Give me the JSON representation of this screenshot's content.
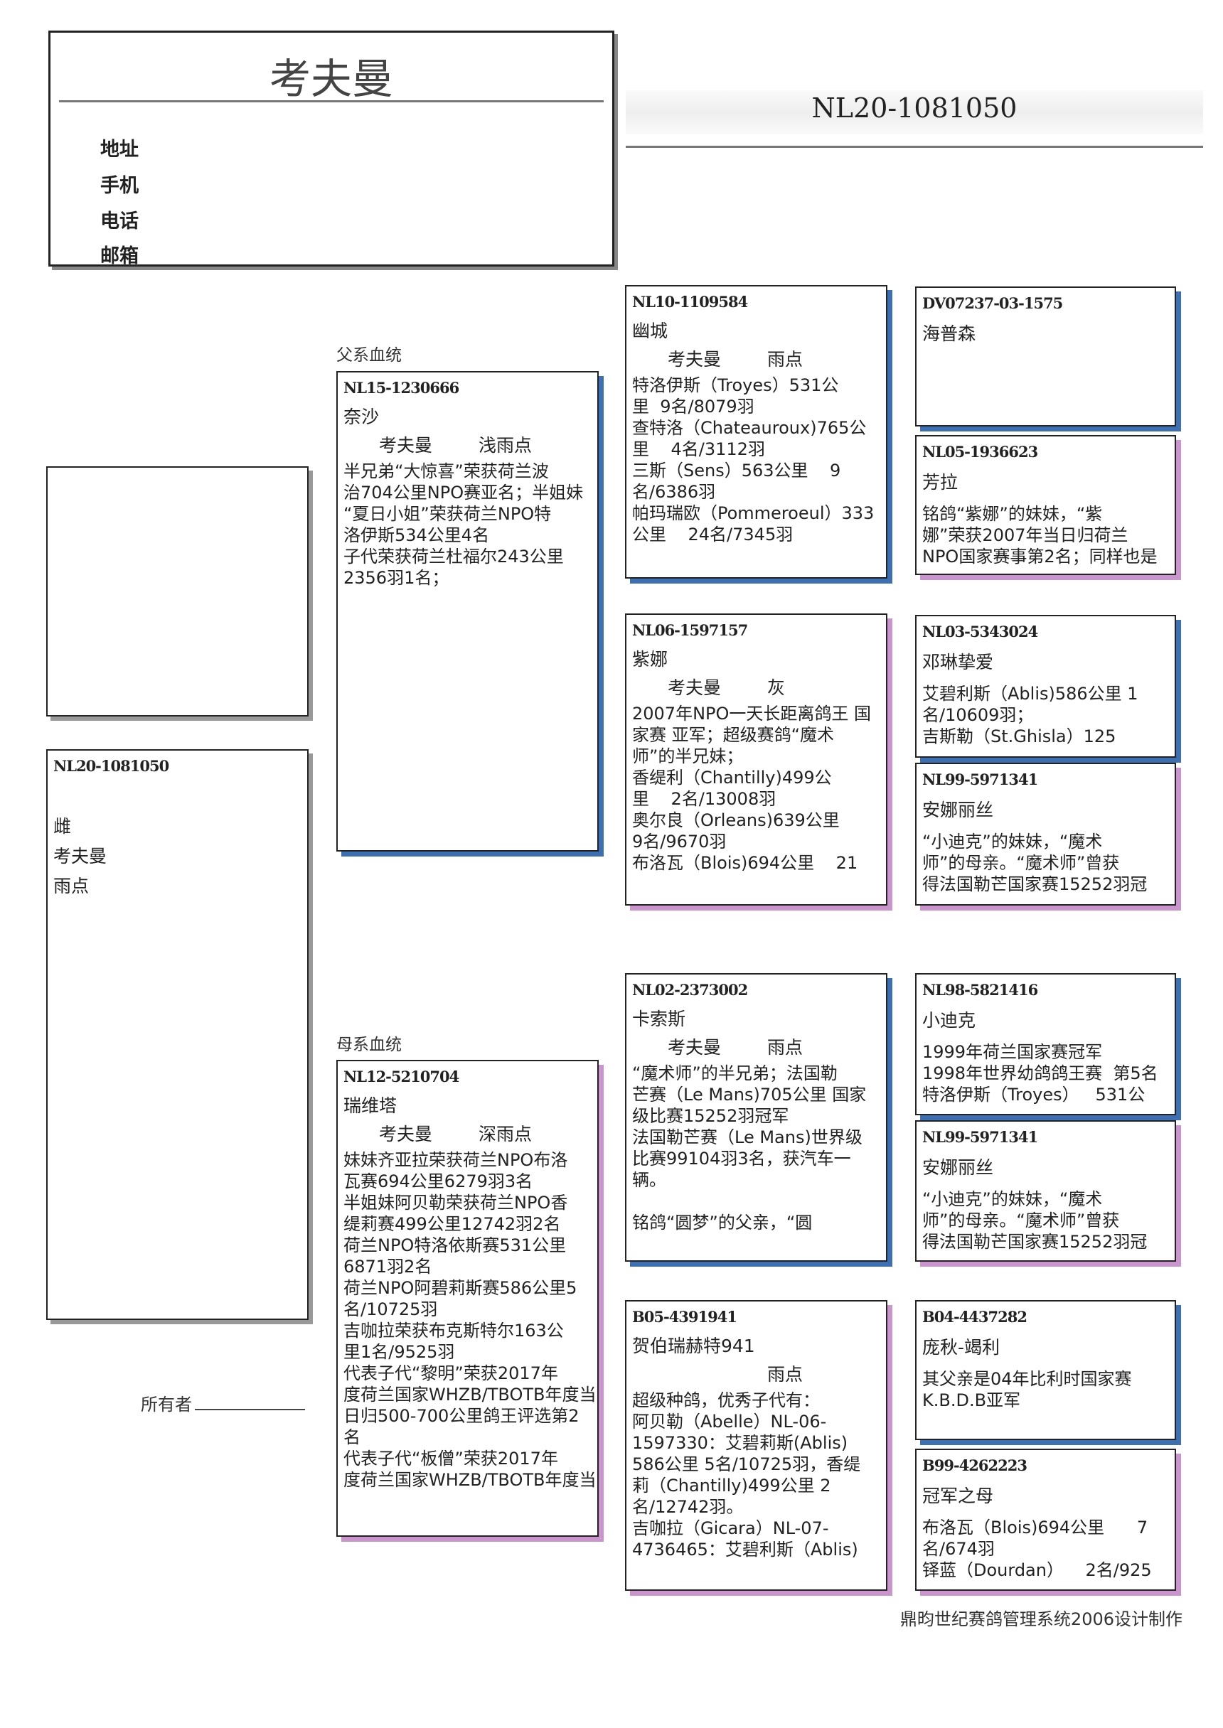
{
  "header": {
    "owner_name": "考夫曼",
    "contact_labels": [
      "地址",
      "手机",
      "电话",
      "邮箱"
    ],
    "ring_number": "NL20-1081050"
  },
  "subject": {
    "ring": "NL20-1081050",
    "sex": "雌",
    "breeder": "考夫曼",
    "color": "雨点"
  },
  "labels": {
    "sire_line": "父系血统",
    "dam_line": "母系血统",
    "owner": "所有者",
    "footer": "鼎昀世纪赛鸽管理系统2006设计制作"
  },
  "colors": {
    "male_shadow": "#3d6fb3",
    "female_shadow": "#c995cc"
  },
  "pedigree": {
    "sire": {
      "ring": "NL15-1230666",
      "name": "奈沙",
      "breeder": "考夫曼",
      "color": "浅雨点",
      "lines": [
        "半兄弟“大惊喜”荣获荷兰波",
        "治704公里NPO赛亚名；半姐妹",
        "“夏日小姐”荣获荷兰NPO特",
        "洛伊斯534公里4名",
        "子代荣获荷兰杜福尔243公里",
        "2356羽1名；"
      ]
    },
    "ss": {
      "ring": "NL10-1109584",
      "name": "幽城",
      "breeder": "考夫曼",
      "color": "雨点",
      "lines": [
        "特洛伊斯（Troyes）531公",
        "里  9名/8079羽",
        "查特洛（Chateauroux)765公",
        "里    4名/3112羽",
        "三斯（Sens）563公里    9",
        "名/6386羽",
        "帕玛瑞欧（Pommeroeul）333",
        "公里    24名/7345羽"
      ]
    },
    "sd": {
      "ring": "NL06-1597157",
      "name": "紫娜",
      "breeder": "考夫曼",
      "color": "灰",
      "lines": [
        "2007年NPO一天长距离鸽王 国",
        "家赛 亚军；超级赛鸽“魔术",
        "师”的半兄妹；",
        "香缇利（Chantilly)499公",
        "里    2名/13008羽",
        "奥尔良（Orleans)639公里",
        "9名/9670羽",
        "布洛瓦（Blois)694公里    21"
      ]
    },
    "sss": {
      "ring": "DV07237-03-1575",
      "name": "海普森",
      "lines": []
    },
    "ssd": {
      "ring": "NL05-1936623",
      "name": "芳拉",
      "lines": [
        "铭鸽“紫娜”的妹妹，“紫",
        "娜”荣获2007年当日归荷兰",
        "NPO国家赛事第2名；同样也是"
      ]
    },
    "sds": {
      "ring": "NL03-5343024",
      "name": "邓琳挚爱",
      "lines": [
        "艾碧利斯（Ablis)586公里 1",
        "名/10609羽；",
        "吉斯勒（St.Ghisla）125"
      ]
    },
    "sdd": {
      "ring": "NL99-5971341",
      "name": "安娜丽丝",
      "lines": [
        "“小迪克”的妹妹，“魔术",
        "师”的母亲。“魔术师”曾获",
        "得法国勒芒国家赛15252羽冠"
      ]
    },
    "dam": {
      "ring": "NL12-5210704",
      "name": "瑞维塔",
      "breeder": "考夫曼",
      "color": "深雨点",
      "lines": [
        "妹妹齐亚拉荣获荷兰NPO布洛",
        "瓦赛694公里6279羽3名",
        "半姐妹阿贝勒荣获荷兰NPO香",
        "缇莉赛499公里12742羽2名",
        "荷兰NPO特洛依斯赛531公里",
        "6871羽2名",
        "荷兰NPO阿碧莉斯赛586公里5",
        "名/10725羽",
        "吉咖拉荣获布克斯特尔163公",
        "里1名/9525羽",
        "代表子代“黎明”荣获2017年",
        "度荷兰国家WHZB/TBOTB年度当",
        "日归500-700公里鸽王评选第2",
        "名",
        "代表子代“板僧”荣获2017年",
        "度荷兰国家WHZB/TBOTB年度当"
      ]
    },
    "ds": {
      "ring": "NL02-2373002",
      "name": "卡索斯",
      "breeder": "考夫曼",
      "color": "雨点",
      "lines": [
        "“魔术师”的半兄弟；法国勒",
        "芒赛（Le Mans)705公里 国家",
        "级比赛15252羽冠军",
        "法国勒芒赛（Le Mans)世界级",
        "比赛99104羽3名，获汽车一",
        "辆。",
        "",
        "铭鸽“圆梦”的父亲，“圆"
      ]
    },
    "dd": {
      "ring": "B05-4391941",
      "name": "贺伯瑞赫特941",
      "breeder": "",
      "color": "雨点",
      "lines": [
        "超级种鸽，优秀子代有：",
        "阿贝勒（Abelle）NL-06-",
        "1597330：艾碧莉斯(Ablis)",
        "586公里 5名/10725羽，香缇",
        "莉（Chantilly)499公里 2",
        "名/12742羽。",
        "吉咖拉（Gicara）NL-07-",
        "4736465：艾碧利斯（Ablis)"
      ]
    },
    "dss": {
      "ring": "NL98-5821416",
      "name": "小迪克",
      "lines": [
        "1999年荷兰国家赛冠军",
        "1998年世界幼鸽鸽王赛  第5名",
        "特洛伊斯（Troyes）   531公"
      ]
    },
    "dsd": {
      "ring": "NL99-5971341",
      "name": "安娜丽丝",
      "lines": [
        "“小迪克”的妹妹，“魔术",
        "师”的母亲。“魔术师”曾获",
        "得法国勒芒国家赛15252羽冠"
      ]
    },
    "dds": {
      "ring": "B04-4437282",
      "name": "庞秋-竭利",
      "lines": [
        "其父亲是04年比利时国家赛",
        "K.B.D.B亚军"
      ]
    },
    "ddd": {
      "ring": "B99-4262223",
      "name": "冠军之母",
      "lines": [
        "布洛瓦（Blois)694公里      7",
        "名/674羽",
        "铎蓝（Dourdan）    2名/925"
      ]
    }
  }
}
